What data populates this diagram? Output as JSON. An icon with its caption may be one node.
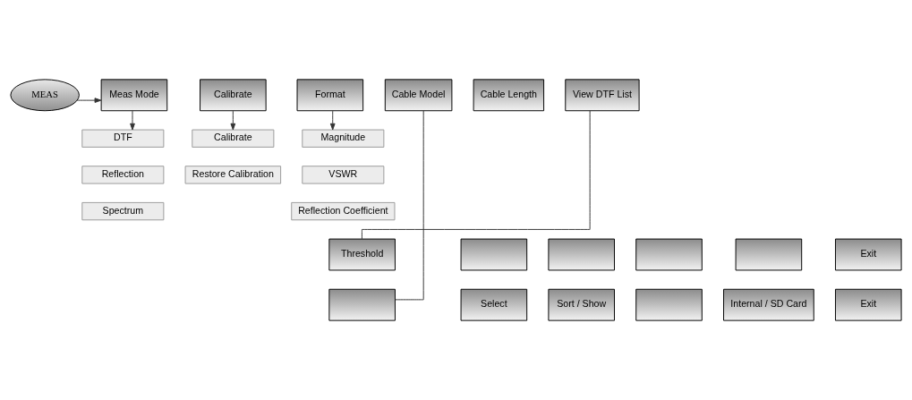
{
  "diagram": {
    "nodes": [
      {
        "text": [
          "MEAS"
        ]
      },
      {
        "text": [
          "Meas Mode"
        ]
      },
      {
        "text": [
          "Calibrate"
        ]
      },
      {
        "text": [
          "Format"
        ]
      },
      {
        "text": [
          "Cable Model"
        ]
      },
      {
        "text": [
          "Cable Length"
        ]
      },
      {
        "text": [
          "View DTF List"
        ]
      },
      {
        "text": [
          "DTF"
        ]
      },
      {
        "text": [
          "Reflection"
        ]
      },
      {
        "text": [
          "Spectrum"
        ]
      },
      {
        "text": [
          "Magnitude"
        ]
      },
      {
        "text": [
          "VSWR"
        ]
      },
      {
        "text": [
          "Reflection Coefficient"
        ]
      },
      {
        "text": [
          "Calibrate"
        ]
      },
      {
        "text": [
          "Restore Calibration"
        ]
      },
      {
        "text": [
          "Threshold"
        ]
      },
      {
        "text": [],
        "shape": "box"
      },
      {
        "text": [],
        "shape": "box"
      },
      {
        "text": [],
        "shape": "box"
      },
      {
        "text": [],
        "shape": "box"
      },
      {
        "text": [
          "Exit"
        ]
      },
      {
        "text": [],
        "shape": "box"
      },
      {
        "text": [
          "Select"
        ]
      },
      {
        "text": [
          "Sort / Show"
        ]
      },
      {
        "text": [],
        "shape": "box"
      },
      {
        "text": [
          "Internal / SD Card"
        ]
      },
      {
        "text": [
          "Exit"
        ]
      }
    ],
    "edges": [
      {
        "from": 0,
        "to": 1,
        "arrow": "to"
      },
      {
        "from": 1,
        "to": 7,
        "arrow": "to"
      },
      {
        "from": 2,
        "to": 13,
        "arrow": "to"
      },
      {
        "from": 3,
        "to": 10,
        "arrow": "to"
      },
      {
        "from": 4,
        "to": 21,
        "arrow": "none"
      },
      {
        "from": 6,
        "to": 15,
        "arrow": "none"
      }
    ]
  }
}
